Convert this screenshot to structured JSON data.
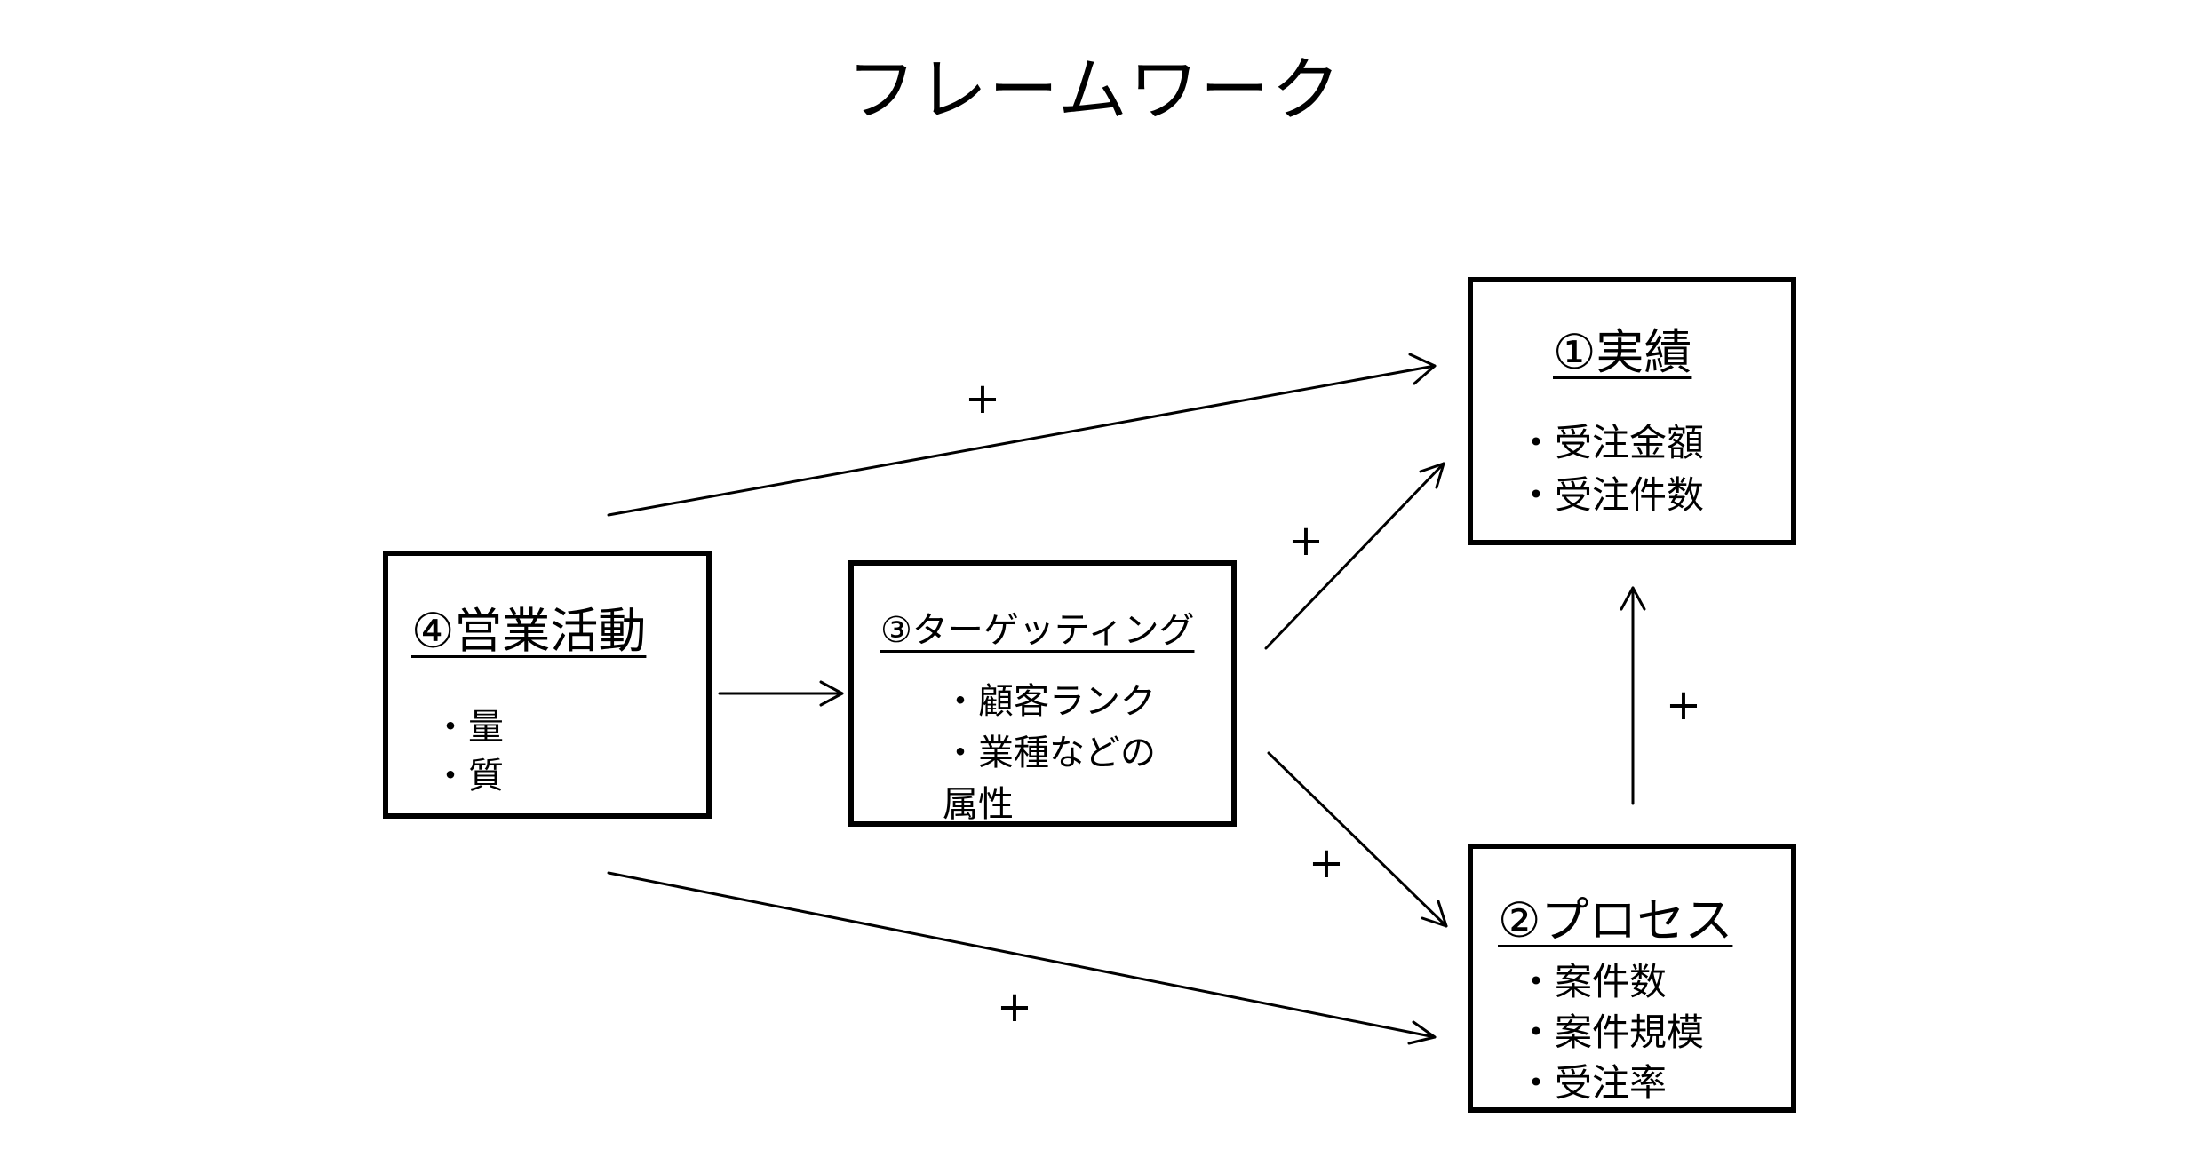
{
  "title": "フレームワーク",
  "boxes": {
    "results": {
      "title": "①実績",
      "items": [
        "・受注金額",
        "・受注件数"
      ]
    },
    "process": {
      "title": "②プロセス",
      "items": [
        "・案件数",
        "・案件規模",
        "・受注率"
      ]
    },
    "targeting": {
      "title": "③ターゲッティング",
      "items": [
        "・顧客ランク",
        "・業種などの",
        "属性"
      ]
    },
    "sales": {
      "title": "④営業活動",
      "items": [
        "・量",
        "・質"
      ]
    }
  },
  "arrow_labels": {
    "sales_to_results": "+",
    "targeting_to_results": "+",
    "process_to_results": "+",
    "targeting_to_process": "+",
    "sales_to_process": "+"
  }
}
